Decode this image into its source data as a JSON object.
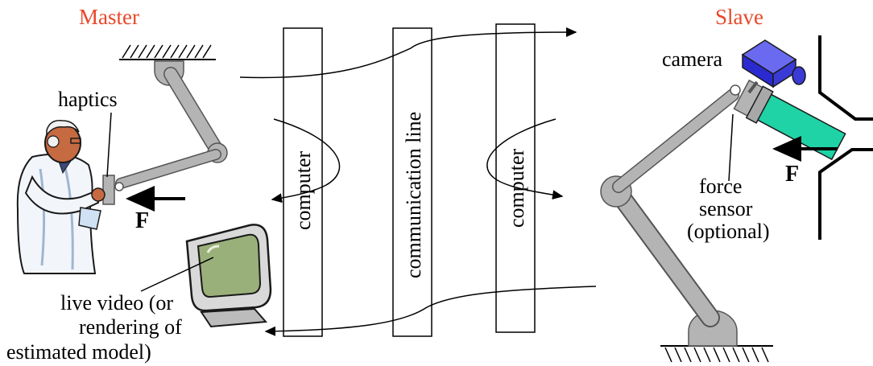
{
  "titles": {
    "master": "Master",
    "slave": "Slave"
  },
  "labels": {
    "haptics": "haptics",
    "camera": "camera",
    "force_master": "F",
    "force_slave": "F",
    "force_sensor": [
      "force",
      "sensor",
      "(optional)"
    ],
    "live_video": [
      "live video (or",
      "rendering of",
      "estimated model)"
    ]
  },
  "boxes": {
    "computer_left": "computer",
    "communication": "communication line",
    "computer_right": "computer"
  },
  "colors": {
    "title": "#e8482a",
    "robot_gray": "#b4b4b4",
    "camera_blue": "#3a3ad6",
    "gripper_teal": "#1fd3a6",
    "monitor_screen": "#9ab07a"
  }
}
